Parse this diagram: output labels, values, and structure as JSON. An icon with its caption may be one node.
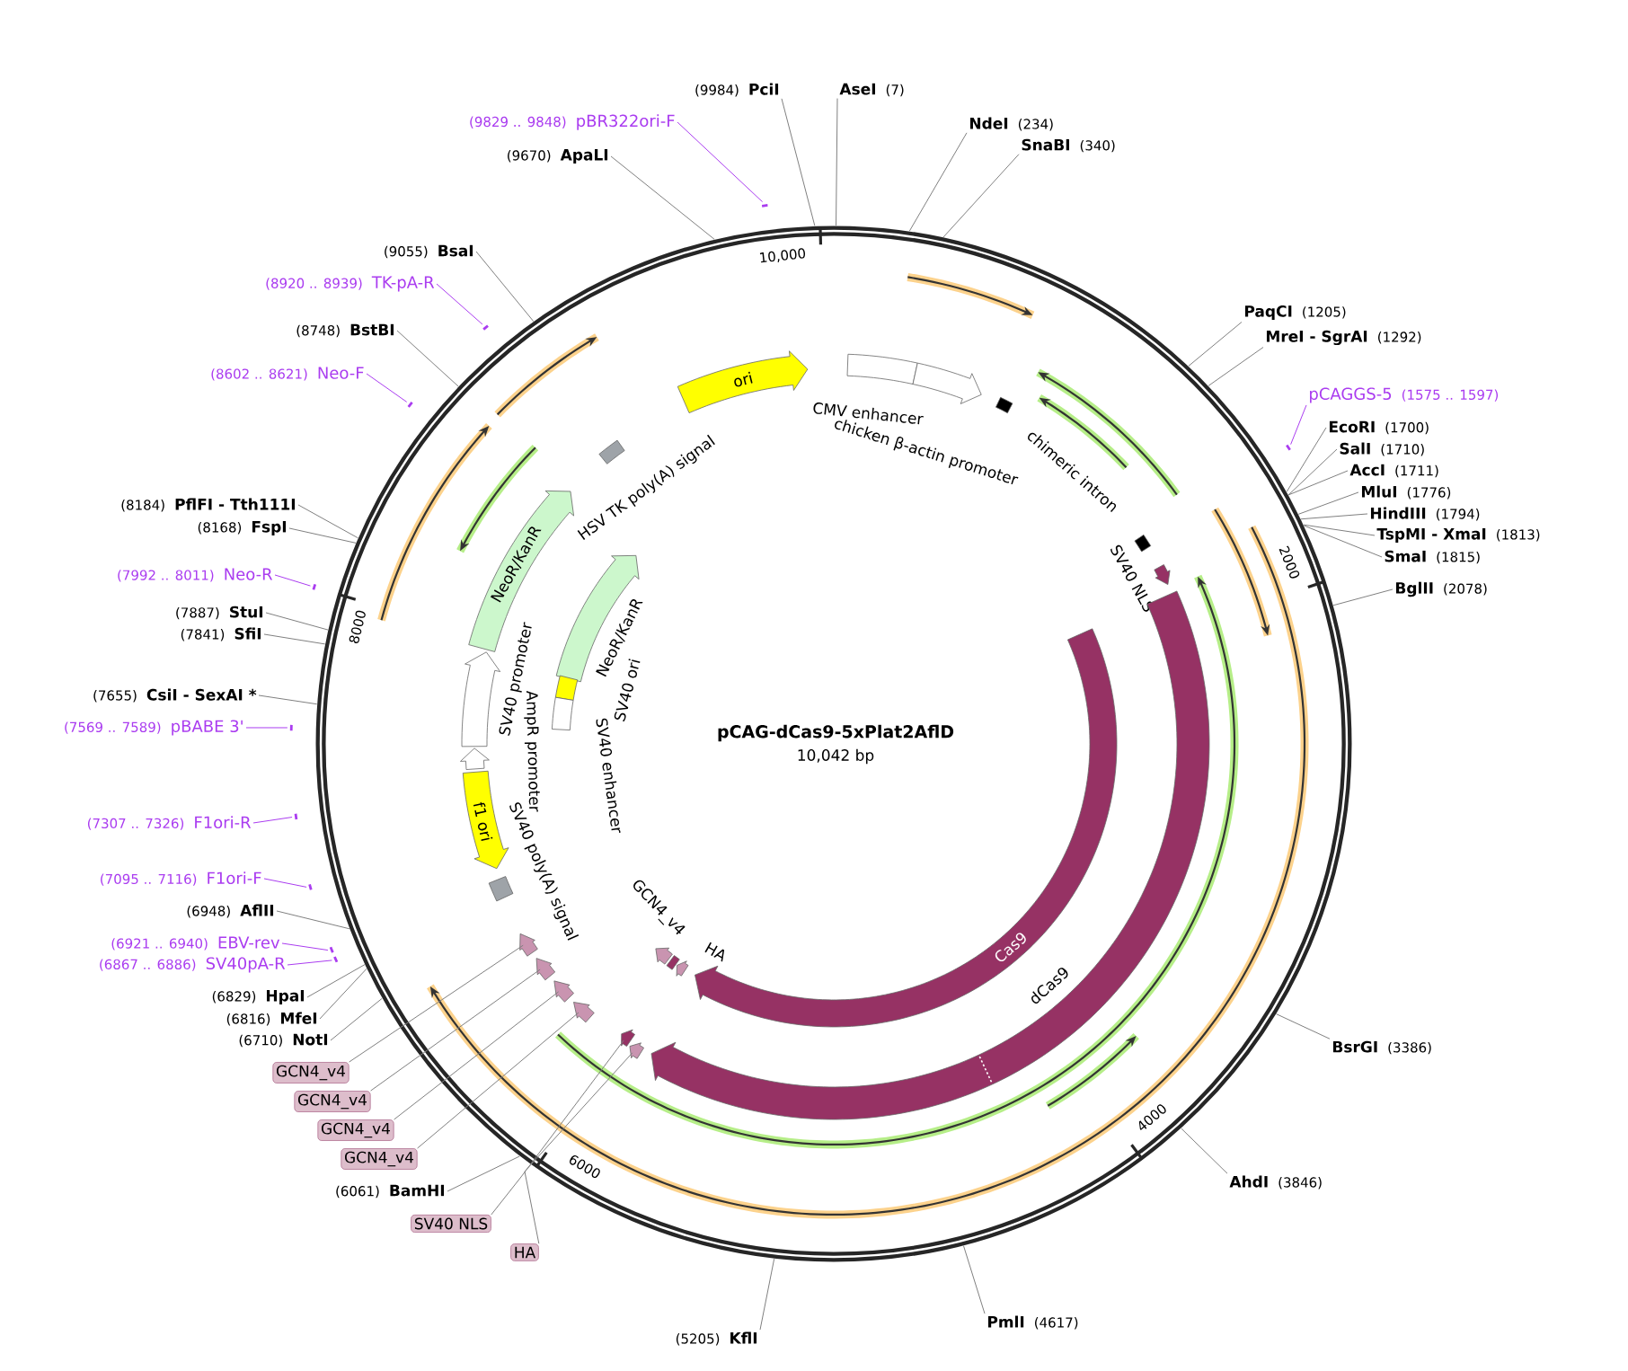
{
  "diagram": {
    "title": "pCAG-dCas9-5xPlat2AflD",
    "nodes": [
      {
        "text": [
          "(9984)",
          "PciI"
        ]
      },
      {
        "text": [
          "AseI",
          "(7)"
        ]
      },
      {
        "text": [
          "NdeI",
          "(234)"
        ]
      },
      {
        "text": [
          "SnaBI",
          "(340)"
        ]
      },
      {
        "text": [
          "PaqCI",
          "(1205)"
        ]
      },
      {
        "text": [
          "MreI - SgrAI",
          "(1292)"
        ]
      },
      {
        "text": [
          "EcoRI",
          "(1700)"
        ]
      },
      {
        "text": [
          "SalI",
          "(1710)"
        ]
      },
      {
        "text": [
          "AccI",
          "(1711)"
        ]
      },
      {
        "text": [
          "MluI",
          "(1776)"
        ]
      },
      {
        "text": [
          "HindIII",
          "(1794)"
        ]
      },
      {
        "text": [
          "TspMI - XmaI",
          "(1813)"
        ]
      },
      {
        "text": [
          "SmaI",
          "(1815)"
        ]
      },
      {
        "text": [
          "BglII",
          "(2078)"
        ]
      },
      {
        "text": [
          "BsrGI",
          "(3386)"
        ]
      },
      {
        "text": [
          "AhdI",
          "(3846)"
        ]
      },
      {
        "text": [
          "PmlI",
          "(4617)"
        ]
      },
      {
        "text": [
          "(5205)",
          "KflI"
        ]
      },
      {
        "text": [
          "(6061)",
          "BamHI"
        ]
      },
      {
        "text": [
          "(6710)",
          "NotI"
        ]
      },
      {
        "text": [
          "(6816)",
          "MfeI"
        ]
      },
      {
        "text": [
          "(6829)",
          "HpaI"
        ]
      },
      {
        "text": [
          "(6948)",
          "AflII"
        ]
      },
      {
        "text": [
          "(7655)",
          "CsiI - SexAI *"
        ]
      },
      {
        "text": [
          "(7841)",
          "SfiI"
        ]
      },
      {
        "text": [
          "(7887)",
          "StuI"
        ]
      },
      {
        "text": [
          "(8168)",
          "FspI"
        ]
      },
      {
        "text": [
          "(8184)",
          "PflFI - Tth111I"
        ]
      },
      {
        "text": [
          "(8748)",
          "BstBI"
        ]
      },
      {
        "text": [
          "(9055)",
          "BsaI"
        ]
      },
      {
        "text": [
          "(9670)",
          "ApaLI"
        ]
      },
      {
        "text": [
          "(9829 .. 9848)",
          "pBR322ori-F"
        ]
      },
      {
        "text": [
          "(8920 .. 8939)",
          "TK-pA-R"
        ]
      },
      {
        "text": [
          "(8602 .. 8621)",
          "Neo-F"
        ]
      },
      {
        "text": [
          "(7992 .. 8011)",
          "Neo-R"
        ]
      },
      {
        "text": [
          "(7569 .. 7589)",
          "pBABE 3'"
        ]
      },
      {
        "text": [
          "(7307 .. 7326)",
          "F1ori-R"
        ]
      },
      {
        "text": [
          "(7095 .. 7116)",
          "F1ori-F"
        ]
      },
      {
        "text": [
          "(6921 .. 6940)",
          "EBV-rev"
        ]
      },
      {
        "text": [
          "(6867 .. 6886)",
          "SV40pA-R"
        ]
      },
      {
        "text": [
          "pCAGGS-5",
          "(1575 .. 1597)"
        ]
      },
      {
        "text": [
          "GCN4_v4"
        ]
      },
      {
        "text": [
          "GCN4_v4"
        ]
      },
      {
        "text": [
          "GCN4_v4"
        ]
      },
      {
        "text": [
          "GCN4_v4"
        ]
      },
      {
        "text": [
          "SV40 NLS"
        ]
      },
      {
        "text": [
          "HA"
        ]
      },
      {
        "text": [
          "ori"
        ]
      },
      {
        "text": [],
        "shape": "box"
      },
      {
        "text": [],
        "shape": "arrow"
      },
      {
        "text": [],
        "shape": "bar"
      },
      {
        "text": [],
        "shape": "arrow",
        "beside": [
          "SV40 NLS"
        ]
      },
      {
        "text": [
          "Cas9"
        ]
      },
      {
        "text": [],
        "shape": "arrow",
        "beside": [
          "dCas9"
        ]
      },
      {
        "text": [],
        "shape": "arrow"
      },
      {
        "text": [],
        "shape": "arrow"
      },
      {
        "text": [],
        "shape": "arrow"
      },
      {
        "text": [],
        "shape": "arrow"
      },
      {
        "text": [],
        "shape": "arrow"
      },
      {
        "text": [],
        "shape": "arrow"
      },
      {
        "text": [],
        "shape": "arrow"
      },
      {
        "text": [],
        "shape": "arrow"
      },
      {
        "text": [
          "NeoR/KanR"
        ]
      },
      {
        "text": [],
        "shape": "arrow",
        "beside": [
          "NeoR/KanR"
        ]
      },
      {
        "text": [],
        "shape": "box",
        "beside": [
          "HSV TK poly(A) signal"
        ]
      },
      {
        "text": [],
        "shape": "arrow",
        "beside": [
          "SV40 promoter"
        ]
      },
      {
        "text": [],
        "shape": "arrow"
      },
      {
        "text": [
          "f1 ori"
        ]
      },
      {
        "text": [],
        "shape": "box",
        "beside": [
          "SV40 poly(A) signal"
        ]
      },
      {
        "text": [],
        "shape": "box"
      },
      {
        "text": [],
        "shape": "box",
        "beside": [
          "SV40 enhancer"
        ]
      },
      {
        "text": [],
        "shape": "bar"
      },
      {
        "text": [],
        "shape": "bar"
      },
      {
        "text": [],
        "shape": "bar"
      },
      {
        "text": [],
        "shape": "bar"
      },
      {
        "text": [],
        "shape": "bar"
      },
      {
        "text": [],
        "shape": "bar"
      },
      {
        "text": [],
        "shape": "bar"
      },
      {
        "text": [],
        "shape": "bar"
      },
      {
        "text": [],
        "shape": "bar"
      },
      {
        "text": [],
        "shape": "bar"
      }
    ],
    "edges": [
      {
        "from": 0,
        "to": null,
        "arrow": "none"
      },
      {
        "from": 1,
        "to": null,
        "arrow": "none"
      },
      {
        "from": 2,
        "to": null,
        "arrow": "none"
      },
      {
        "from": 3,
        "to": null,
        "arrow": "none"
      },
      {
        "from": 4,
        "to": null,
        "arrow": "none"
      },
      {
        "from": 5,
        "to": null,
        "arrow": "none"
      },
      {
        "from": 6,
        "to": null,
        "arrow": "none"
      },
      {
        "from": 7,
        "to": null,
        "arrow": "none"
      },
      {
        "from": 8,
        "to": null,
        "arrow": "none"
      },
      {
        "from": 9,
        "to": null,
        "arrow": "none"
      },
      {
        "from": 10,
        "to": null,
        "arrow": "none"
      },
      {
        "from": 11,
        "to": null,
        "arrow": "none"
      },
      {
        "from": 12,
        "to": null,
        "arrow": "none"
      },
      {
        "from": 13,
        "to": null,
        "arrow": "none"
      },
      {
        "from": 14,
        "to": null,
        "arrow": "none"
      },
      {
        "from": 15,
        "to": null,
        "arrow": "none"
      },
      {
        "from": 16,
        "to": null,
        "arrow": "none"
      },
      {
        "from": 17,
        "to": null,
        "arrow": "none"
      },
      {
        "from": 18,
        "to": null,
        "arrow": "none"
      },
      {
        "from": 19,
        "to": null,
        "arrow": "none"
      },
      {
        "from": 20,
        "to": null,
        "arrow": "none"
      },
      {
        "from": 21,
        "to": null,
        "arrow": "none"
      },
      {
        "from": 22,
        "to": null,
        "arrow": "none"
      },
      {
        "from": 23,
        "to": null,
        "arrow": "none"
      },
      {
        "from": 24,
        "to": null,
        "arrow": "none"
      },
      {
        "from": 25,
        "to": null,
        "arrow": "none"
      },
      {
        "from": 26,
        "to": null,
        "arrow": "none"
      },
      {
        "from": 27,
        "to": null,
        "arrow": "none"
      },
      {
        "from": 28,
        "to": null,
        "arrow": "none"
      },
      {
        "from": 29,
        "to": null,
        "arrow": "none"
      },
      {
        "from": 30,
        "to": null,
        "arrow": "none"
      },
      {
        "from": 31,
        "to": 71,
        "arrow": "none",
        "color": "#aa3cf0"
      },
      {
        "from": 32,
        "to": 72,
        "arrow": "none",
        "color": "#aa3cf0"
      },
      {
        "from": 33,
        "to": 73,
        "arrow": "none",
        "color": "#aa3cf0"
      },
      {
        "from": 34,
        "to": 74,
        "arrow": "none",
        "color": "#aa3cf0"
      },
      {
        "from": 35,
        "to": 75,
        "arrow": "none",
        "color": "#aa3cf0"
      },
      {
        "from": 36,
        "to": 76,
        "arrow": "none",
        "color": "#aa3cf0"
      },
      {
        "from": 37,
        "to": 77,
        "arrow": "none",
        "color": "#aa3cf0"
      },
      {
        "from": 38,
        "to": 78,
        "arrow": "none",
        "color": "#aa3cf0"
      },
      {
        "from": 39,
        "to": 79,
        "arrow": "none",
        "color": "#aa3cf0"
      },
      {
        "from": 40,
        "to": 80,
        "arrow": "none",
        "color": "#aa3cf0"
      },
      {
        "from": 41,
        "to": 56,
        "arrow": "none"
      },
      {
        "from": 42,
        "to": 57,
        "arrow": "none"
      },
      {
        "from": 43,
        "to": 58,
        "arrow": "none"
      },
      {
        "from": 44,
        "to": 59,
        "arrow": "none"
      },
      {
        "from": 45,
        "to": 60,
        "arrow": "none"
      },
      {
        "from": 46,
        "to": 61,
        "arrow": "none"
      }
    ],
    "labels": [
      "10,000",
      "2000",
      "4000",
      "6000",
      "8000",
      "10,042 bp",
      "CMV enhancer",
      "chicken β-actin promoter",
      "chimeric intron",
      "GCN4_v4",
      "HA",
      "AmpR promoter",
      "SV40 ori"
    ]
  }
}
